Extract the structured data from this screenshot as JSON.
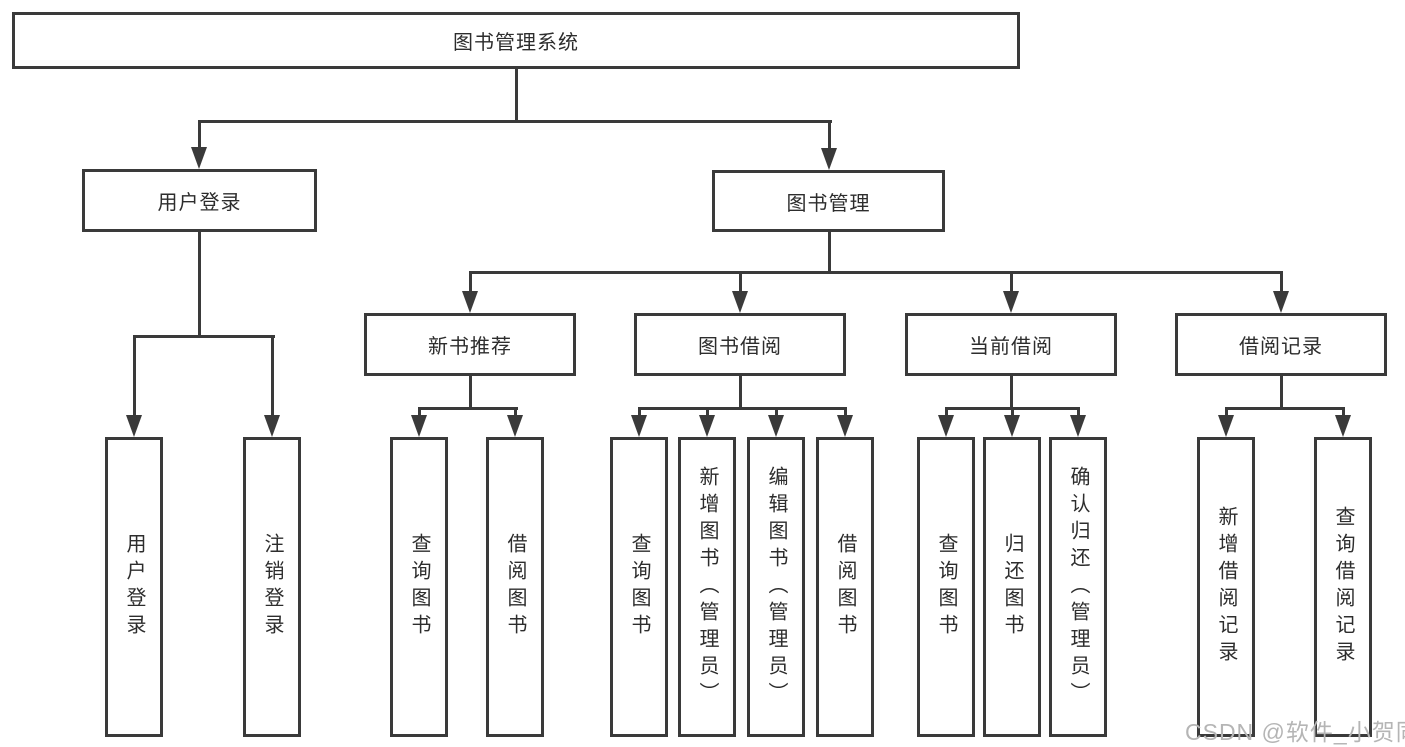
{
  "diagram": {
    "title": "图书管理系统",
    "root": {
      "label": "图书管理系统"
    },
    "level2": [
      {
        "label": "用户登录"
      },
      {
        "label": "图书管理"
      }
    ],
    "level3": [
      {
        "label": "新书推荐"
      },
      {
        "label": "图书借阅"
      },
      {
        "label": "当前借阅"
      },
      {
        "label": "借阅记录"
      }
    ],
    "leaves": {
      "user_login": [
        {
          "label": "用户登录"
        },
        {
          "label": "注销登录"
        }
      ],
      "new_book": [
        {
          "label": "查询图书"
        },
        {
          "label": "借阅图书"
        }
      ],
      "book_borrow": [
        {
          "label": "查询图书"
        },
        {
          "label": "新增图书（管理员）"
        },
        {
          "label": "编辑图书（管理员）"
        },
        {
          "label": "借阅图书"
        }
      ],
      "current_borrow": [
        {
          "label": "查询图书"
        },
        {
          "label": "归还图书"
        },
        {
          "label": "确认归还（管理员）"
        }
      ],
      "borrow_record": [
        {
          "label": "新增借阅记录"
        },
        {
          "label": "查询借阅记录"
        }
      ]
    }
  },
  "watermark": {
    "text": "CSDN @软件_小贺同学"
  },
  "colors": {
    "line": "#3a3a3a",
    "text": "#2d2d2d",
    "watermark": "#b5b5b5",
    "background": "#ffffff"
  }
}
